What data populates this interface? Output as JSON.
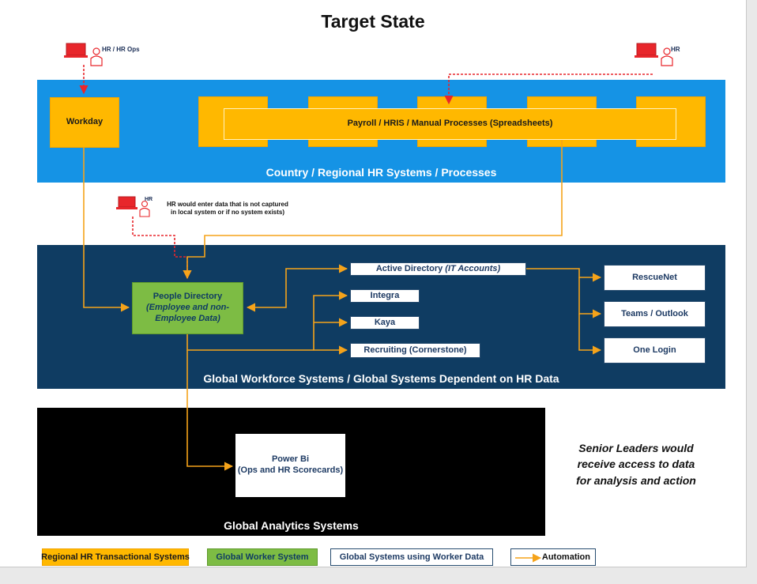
{
  "title": "Target State",
  "users": {
    "hr_ops": "HR / HR Ops",
    "hr_top": "HR",
    "hr_mid": "HR"
  },
  "bands": {
    "country": "Country / Regional HR Systems / Processes",
    "global_workforce": "Global Workforce Systems / Global Systems Dependent on HR Data",
    "analytics": "Global Analytics Systems"
  },
  "boxes": {
    "workday": "Workday",
    "payroll": "Payroll / HRIS / Manual Processes (Spreadsheets)",
    "people_directory_line1": "People Directory",
    "people_directory_line2": "(Employee and non-Employee Data)",
    "active_directory": "Active Directory",
    "active_directory_suffix": "(IT Accounts)",
    "integra": "Integra",
    "kaya": "Kaya",
    "recruiting": "Recruiting (Cornerstone)",
    "rescuenet": "RescueNet",
    "teams": "Teams / Outlook",
    "onelogin": "One Login",
    "powerbi_line1": "Power Bi",
    "powerbi_line2": "(Ops and HR Scorecards)"
  },
  "notes": {
    "hr_entry_line1": "HR would enter data that is not captured",
    "hr_entry_line2": "in local system or if no system exists)",
    "senior_line1": "Senior Leaders would",
    "senior_line2": "receive access to data",
    "senior_line3": "for analysis and action"
  },
  "legend": {
    "regional": "Regional HR Transactional Systems",
    "global_worker": "Global Worker System",
    "global_using": "Global Systems using Worker Data",
    "automation": "Automation"
  },
  "colors": {
    "orange": "#ffb800",
    "blue_band": "#1593e5",
    "navy_band": "#0f3c62",
    "green": "#7dbc44",
    "flow_line": "#f5a31a",
    "manual_line": "#e8262b"
  }
}
